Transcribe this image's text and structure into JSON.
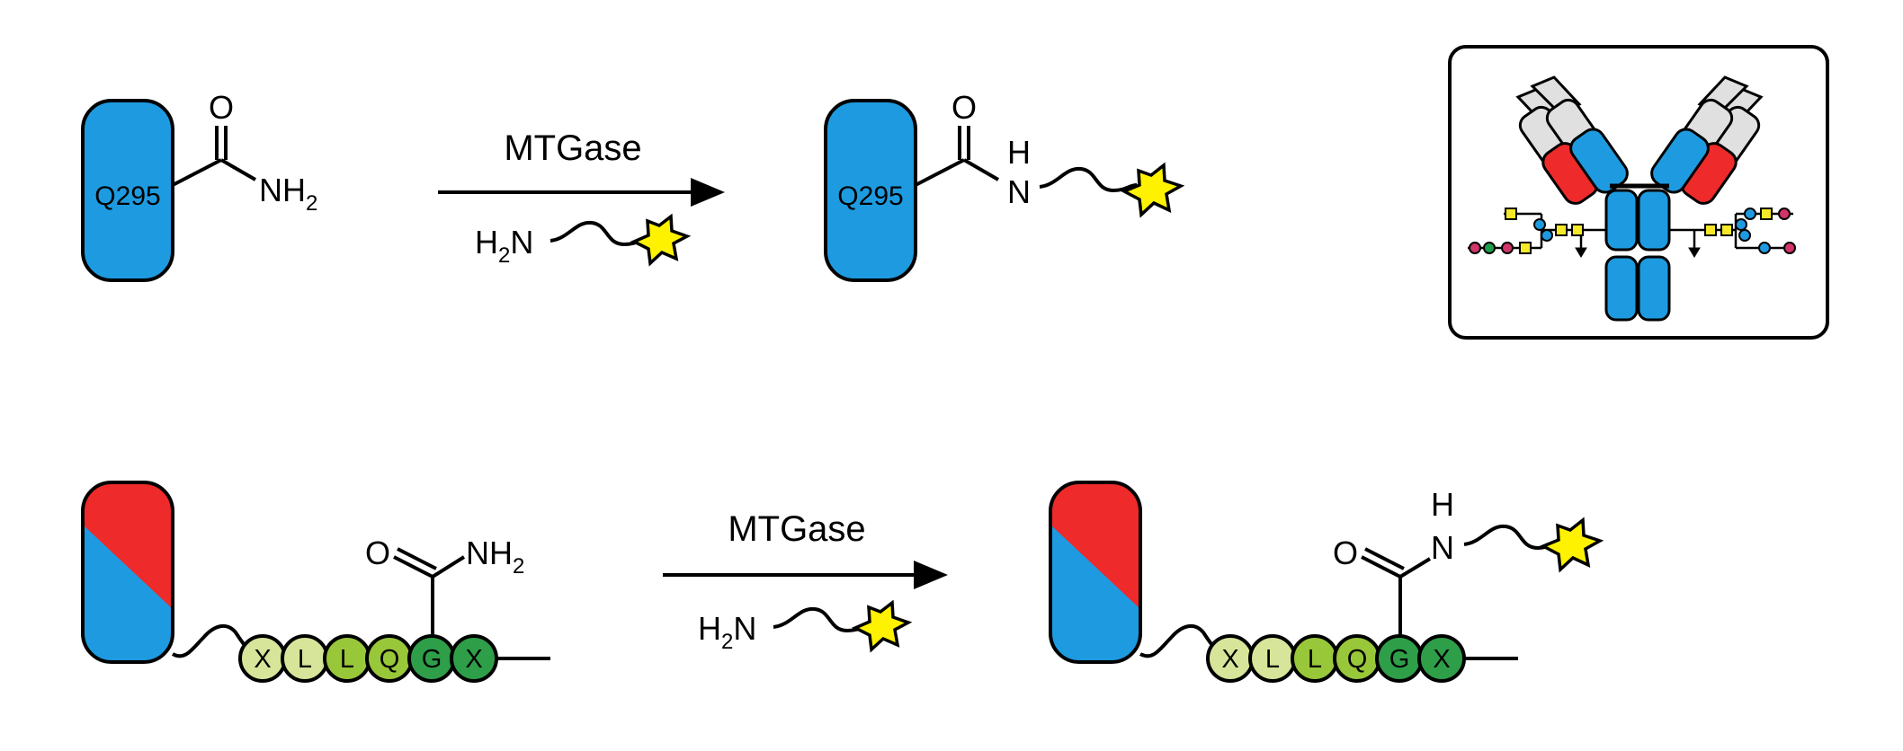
{
  "colors": {
    "blue": "#1E9BE0",
    "red": "#EE2A2A",
    "star": "#FFF200",
    "bead_light": "#D6E59A",
    "bead_mid": "#99C73A",
    "bead_dark": "#2E9E49",
    "grey": "#E0E0E0",
    "glycan_yellow": "#F5E92A",
    "glycan_green": "#1F9E4A",
    "glycan_red": "#D1356A"
  },
  "top_reaction": {
    "substrate_domain_label": "Q295",
    "substrate_o": "O",
    "substrate_nh2": "NH",
    "substrate_nh2_sub": "2",
    "enzyme": "MTGase",
    "amine_h2n": "H",
    "amine_h2n_sub": "2",
    "amine_n": "N",
    "product_domain_label": "Q295",
    "product_o": "O",
    "product_h": "H",
    "product_n": "N"
  },
  "bottom_reaction": {
    "substrate_o": "O",
    "substrate_nh2": "NH",
    "substrate_nh2_sub": "2",
    "enzyme": "MTGase",
    "amine_h2n": "H",
    "amine_h2n_sub": "2",
    "amine_n": "N",
    "product_o": "O",
    "product_h": "H",
    "product_n": "N",
    "tag_beads": [
      "X",
      "L",
      "L",
      "Q",
      "G",
      "X"
    ],
    "tag_bead_colors": [
      "bead_light",
      "bead_light",
      "bead_mid",
      "bead_mid",
      "bead_dark",
      "bead_dark"
    ]
  },
  "inset": {
    "icon": "antibody-glycan-icon"
  }
}
